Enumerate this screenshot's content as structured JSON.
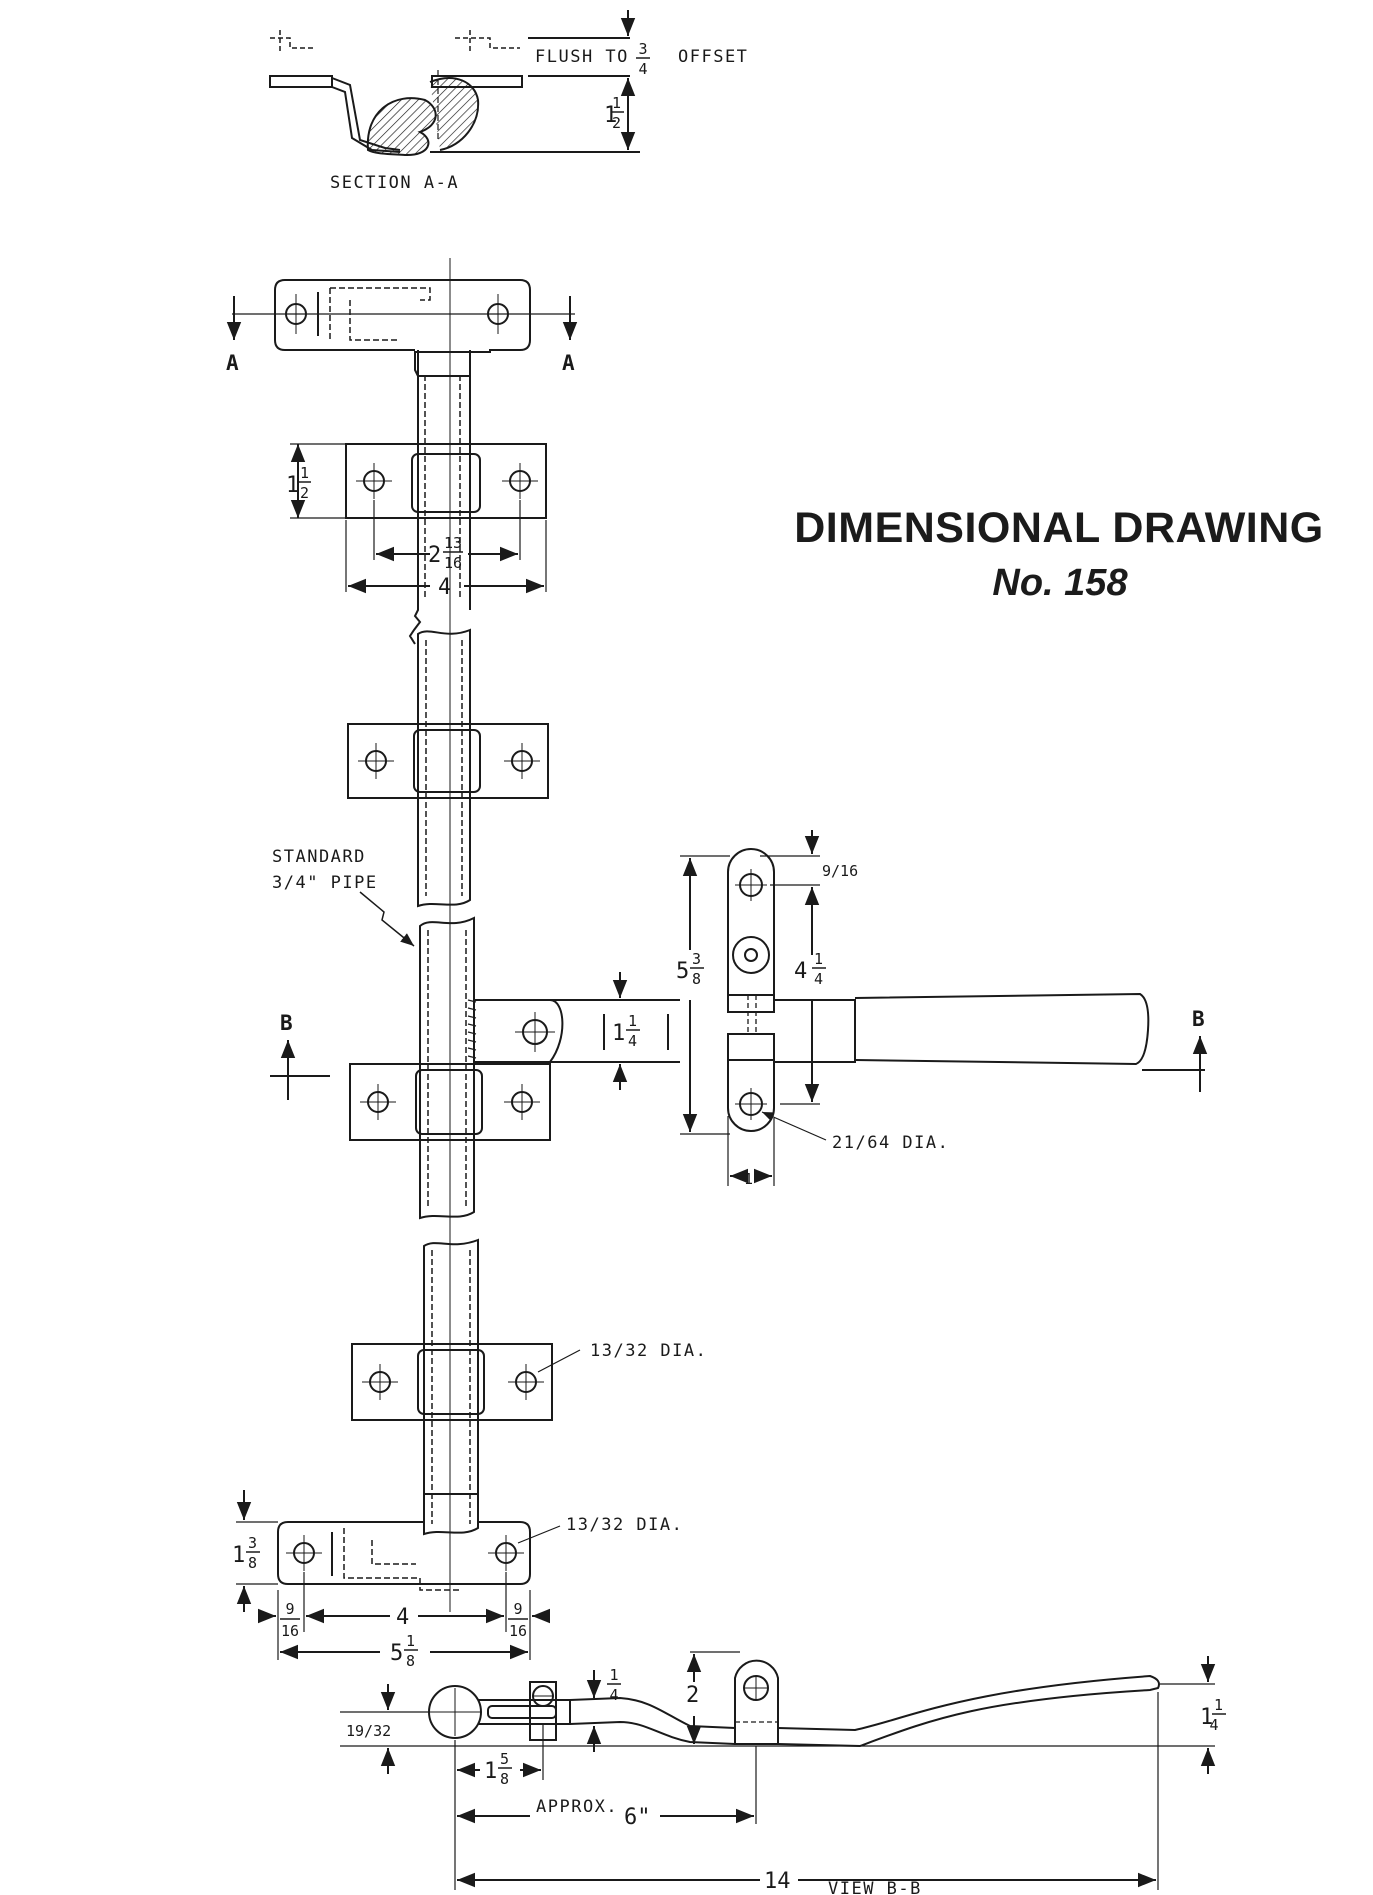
{
  "title": "DIMENSIONAL DRAWING",
  "subtitle": "No. 158",
  "labels": {
    "section_aa": "SECTION A-A",
    "flush_to": "FLUSH TO",
    "offset": "OFFSET",
    "section_a": "A",
    "section_b": "B",
    "standard": "STANDARD",
    "pipe": "3/4\" PIPE",
    "view_bb": "VIEW B-B",
    "approx": "APPROX.",
    "dia_21_64": "21/64 DIA.",
    "dia_13_32_a": "13/32 DIA.",
    "dia_13_32_b": "13/32 DIA.",
    "dim_9_16_top": "9/16",
    "dim_19_32": "19/32",
    "dim_1in": "1\"",
    "dim_6in": "6\"",
    "dim_14": "14",
    "dim_4_keeper": "4",
    "dim_4_base": "4",
    "dim_2": "2"
  },
  "mixed_numbers": {
    "offset_3_4": {
      "whole": "",
      "num": "3",
      "den": "4"
    },
    "section_1_1_2": {
      "whole": "1",
      "num": "1",
      "den": "2"
    },
    "keeper_1_1_2": {
      "whole": "1",
      "num": "1",
      "den": "2"
    },
    "keeper_2_13_16": {
      "whole": "2",
      "num": "13",
      "den": "16"
    },
    "handle_1_1_4": {
      "whole": "1",
      "num": "1",
      "den": "4"
    },
    "cam_5_3_8": {
      "whole": "5",
      "num": "3",
      "den": "8"
    },
    "cam_4_1_4": {
      "whole": "4",
      "num": "1",
      "den": "4"
    },
    "base_1_3_8": {
      "whole": "1",
      "num": "3",
      "den": "8"
    },
    "base_9_16_left": {
      "whole": "",
      "num": "9",
      "den": "16"
    },
    "base_9_16_right": {
      "whole": "",
      "num": "9",
      "den": "16"
    },
    "base_5_1_8": {
      "whole": "5",
      "num": "1",
      "den": "8"
    },
    "view_1_4": {
      "whole": "",
      "num": "1",
      "den": "4"
    },
    "view_1_5_8": {
      "whole": "1",
      "num": "5",
      "den": "8"
    },
    "view_1_1_4": {
      "whole": "1",
      "num": "1",
      "den": "4"
    }
  },
  "colors": {
    "ink": "#1a1a1a",
    "paper": "#ffffff"
  }
}
